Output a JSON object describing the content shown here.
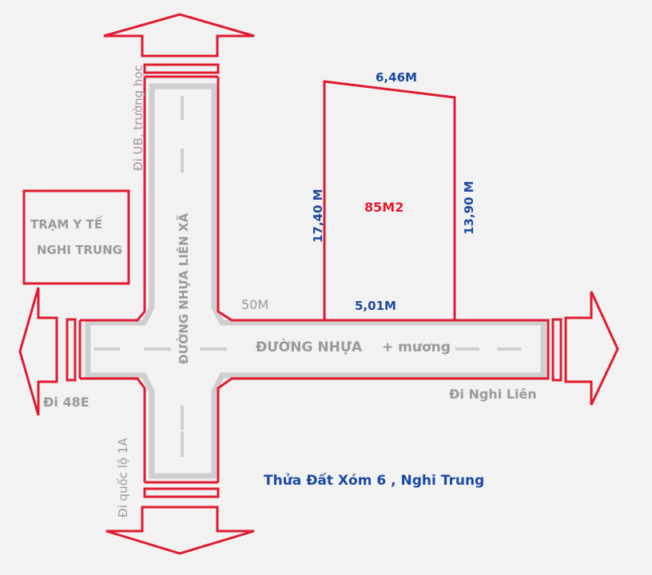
{
  "colors": {
    "background": "#f2f2f3",
    "road_outline": "#e01b2f",
    "road_edge": "#cfcfcf",
    "centerline": "#cfcfcf",
    "dimension_text": "#1a4aa0",
    "area_text": "#e01b2f",
    "label_text": "#9a9a9a"
  },
  "roads": {
    "vertical_road_label": "ĐƯỜNG NHỰA  LIÊN XÃ",
    "horizontal_road_label": "ĐƯỜNG NHỰA",
    "horizontal_road_suffix": "+ mương"
  },
  "directions": {
    "north": "Đi UB, trường học",
    "south": "Đi quốc lộ 1A",
    "west": "Đi 48E",
    "east": "Đi Nghi Liên"
  },
  "landmark": {
    "line1": "TRẠM Y TẾ",
    "line2": "NGHI TRUNG"
  },
  "plot": {
    "top_width": "6,46M",
    "bottom_width": "5,01M",
    "left_length": "17,40 M",
    "right_length": "13,90 M",
    "area": "85M2",
    "distance_from_intersection": "50M"
  },
  "caption": "Thửa Đất Xóm 6 , Nghi Trung"
}
